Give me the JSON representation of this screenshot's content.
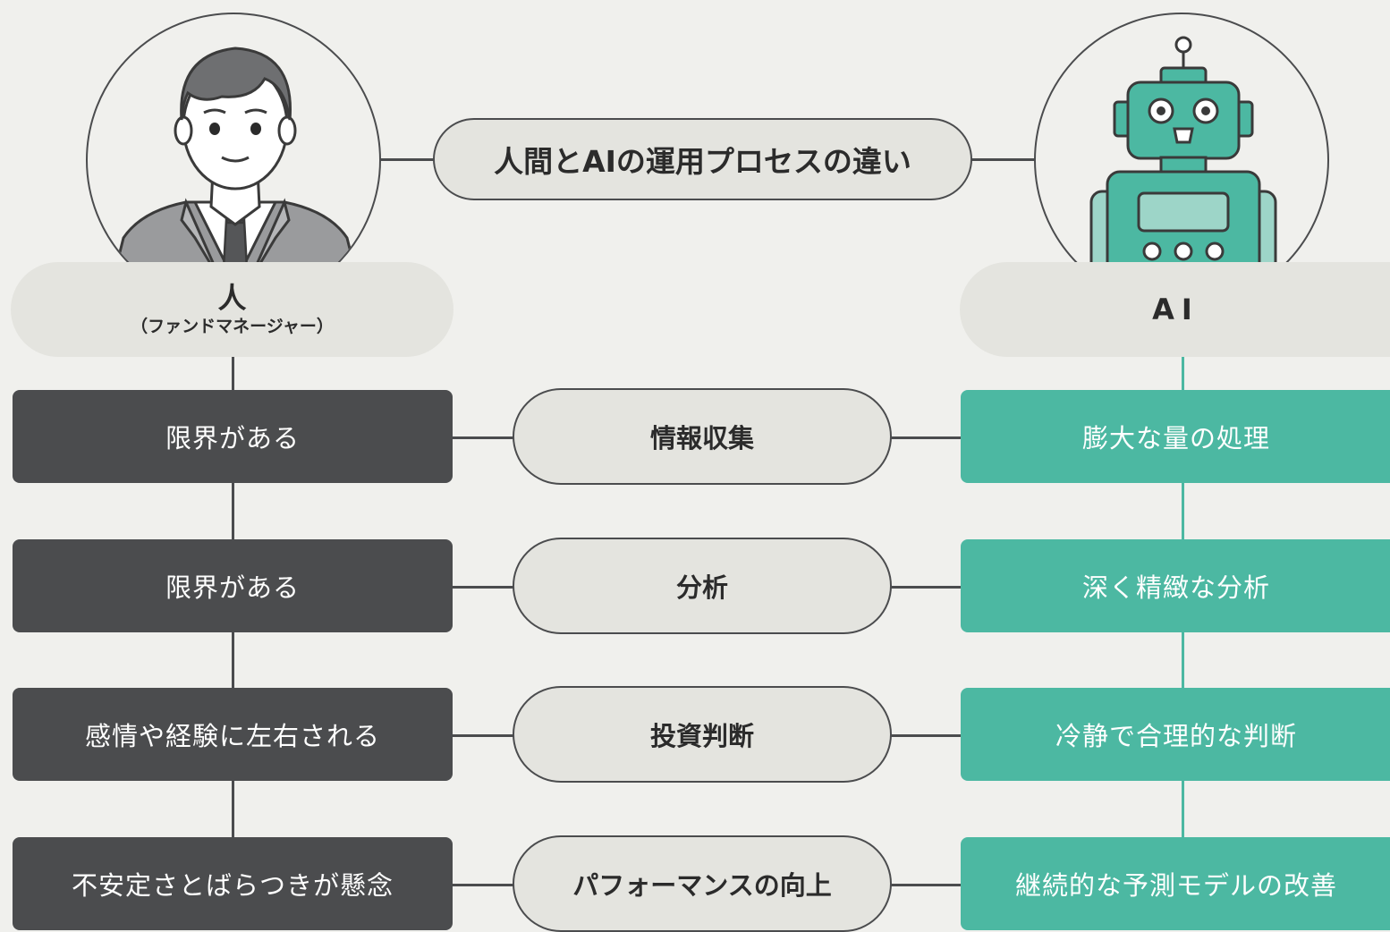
{
  "title": "人間とAIの運用プロセスの違い",
  "human": {
    "label": "人",
    "sublabel": "（ファンドマネージャー）",
    "items": [
      "限界がある",
      "限界がある",
      "感情や経験に左右される",
      "不安定さとばらつきが懸念"
    ]
  },
  "ai": {
    "label": "AI",
    "items": [
      "膨大な量の処理",
      "深く精緻な分析",
      "冷静で合理的な判断",
      "継続的な予測モデルの改善"
    ]
  },
  "process": [
    "情報収集",
    "分析",
    "投資判断",
    "パフォーマンスの向上"
  ],
  "colors": {
    "background": "#f0f0ed",
    "dark": "#4b4c4e",
    "teal": "#4cb8a2",
    "pill": "#e4e4df"
  },
  "icons": [
    "businessman-icon",
    "robot-icon"
  ]
}
